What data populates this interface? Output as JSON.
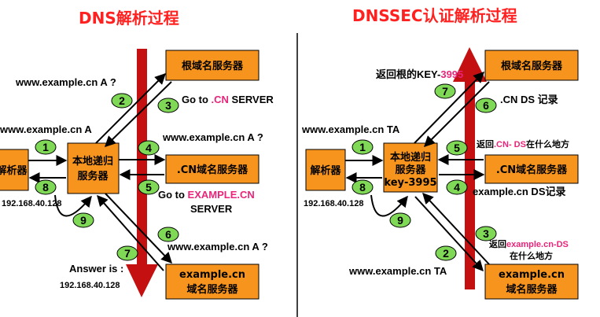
{
  "left": {
    "title": "DNS解析过程",
    "resolver": "解析器",
    "resolver_ip": "192.168.40.128",
    "local": "本地递归\n服务器",
    "root": "根域名服务器",
    "cn": ".CN域名服务器",
    "ex_line1": "example.cn",
    "ex_line2": "域名服务器",
    "q_root": "www.example.cn A ?",
    "q1": "www.example.cn A",
    "goto_prefix": "Go to ",
    "goto_cn": ".CN",
    "goto_cn_suffix": " SERVER",
    "q_cn": "www.example.cn A ?",
    "goto2_prefix": "Go to ",
    "goto2_pink": "EXAMPLE.CN",
    "goto2_server": "SERVER",
    "q_ex": "www.example.cn A ?",
    "answer": "Answer is :",
    "answer_ip": "192.168.40.128",
    "steps": [
      "1",
      "2",
      "3",
      "4",
      "5",
      "6",
      "7",
      "8",
      "9"
    ]
  },
  "right": {
    "title": "DNSSEC认证解析过程",
    "resolver": "解析器",
    "resolver_ip": "192.168.40.128",
    "local": "本地递归\n服务器",
    "local_key": "key-3995",
    "root": "根域名服务器",
    "cn": ".CN域名服务器",
    "ex_line1": "example.cn",
    "ex_line2": "域名服务器",
    "ret_root_key_prefix": "返回根的KEY-",
    "ret_root_key_pink": "3995",
    "cn_ds": ".CN DS 记录",
    "q_ta": "www.example.cn TA",
    "ret_cn_ds_prefix": "返回",
    "ret_cn_ds_pink": ".CN- DS",
    "ret_cn_ds_suffix": "在什么地方",
    "ex_ds": "example.cn DS记录",
    "ret_ex_ds_prefix": "返回",
    "ret_ex_ds_pink": "example.cn-DS",
    "ret_ex_ds_line2": "在什么地方",
    "q_ta2": "www.example.cn TA",
    "steps": [
      "1",
      "2",
      "3",
      "4",
      "5",
      "6",
      "7",
      "8",
      "9"
    ]
  },
  "colors": {
    "box": "#f7941d",
    "oval": "#7fd957",
    "accent": "#e8257a",
    "title": "#ff2020",
    "big_arrow": "#c41010"
  }
}
